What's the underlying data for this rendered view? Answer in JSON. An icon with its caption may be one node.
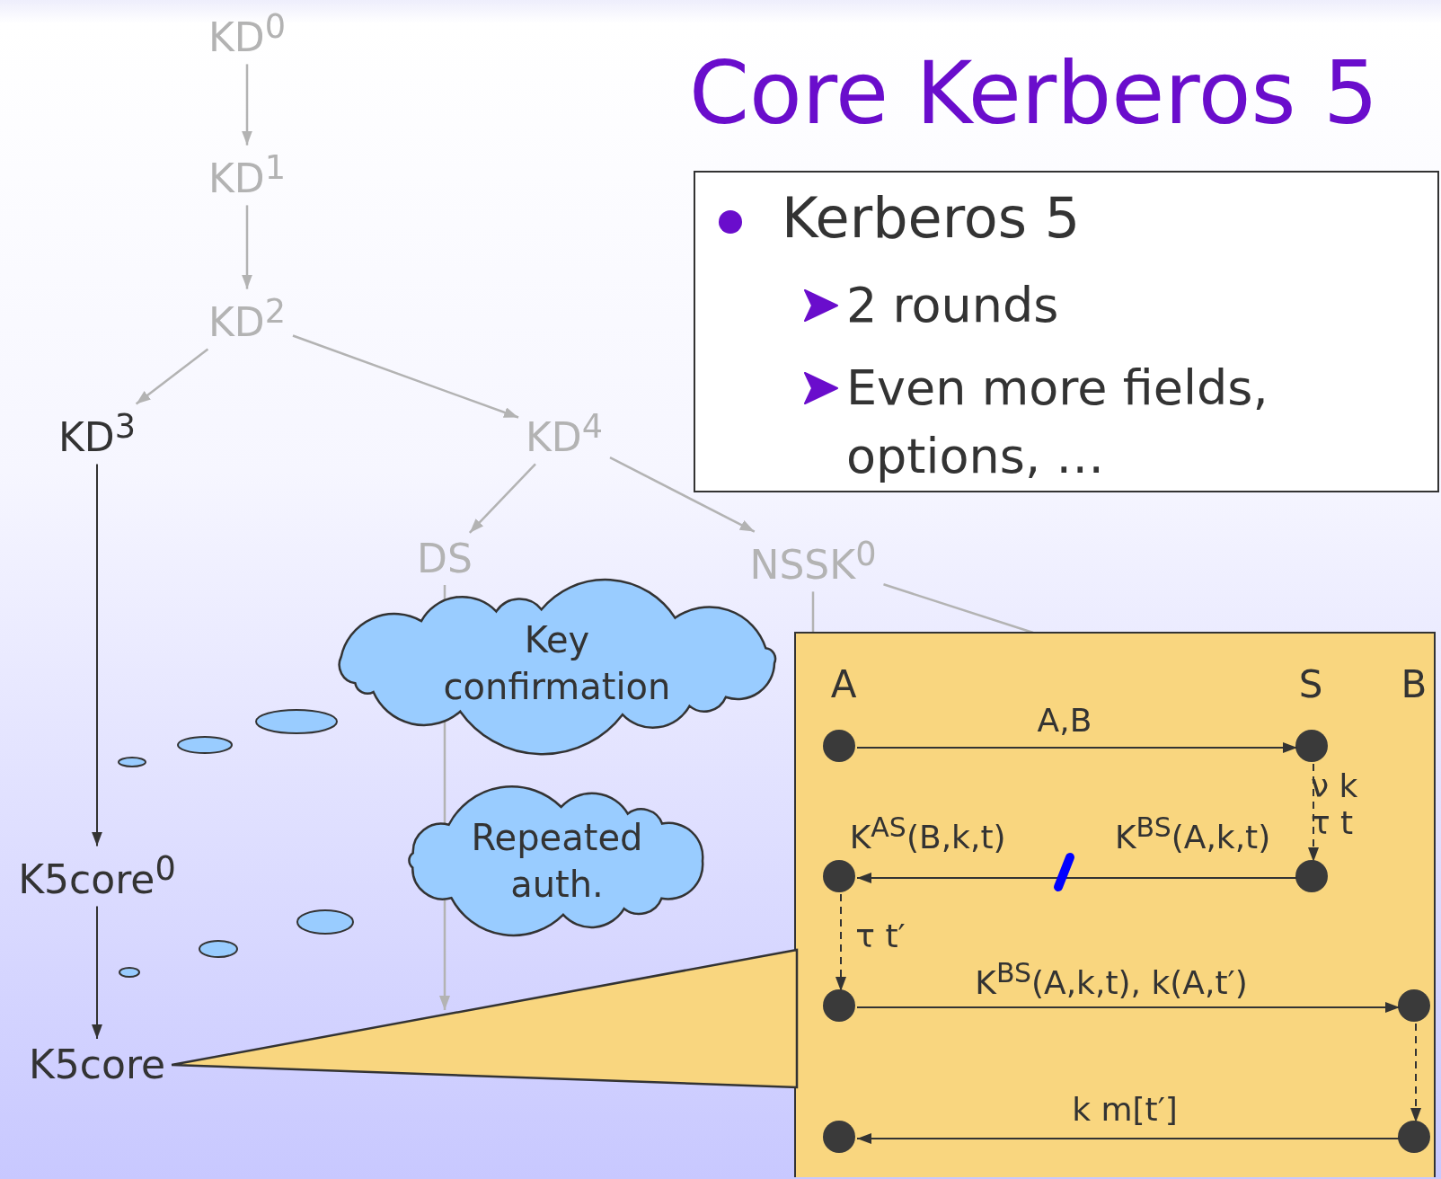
{
  "diagram": {
    "title": "Core Kerberos 5",
    "nodes": [
      {
        "text": [
          "KD$^{0}$"
        ]
      },
      {
        "text": [
          "KD$^{1}$"
        ]
      },
      {
        "text": [
          "KD$^{2}$"
        ]
      },
      {
        "text": [
          "KD$^{3}$"
        ]
      },
      {
        "text": [
          "KD$^{4}$"
        ]
      },
      {
        "text": [
          "DS"
        ]
      },
      {
        "text": [
          "NSSK$^{0}$"
        ]
      },
      {
        "text": [
          "K5core$^{0}$"
        ]
      },
      {
        "text": [
          "K5core"
        ]
      },
      {
        "text": [
          "Key confirmation"
        ]
      },
      {
        "text": [
          "Repeated auth."
        ]
      },
      {
        "text": [
          "Kerberos 5",
          "2 rounds",
          "Even more fields, options, …"
        ]
      },
      {
        "text": [],
        "shape": "box"
      },
      {
        "text": [],
        "shape": "circle",
        "in": 12
      },
      {
        "text": [],
        "shape": "circle",
        "in": 12
      },
      {
        "text": [],
        "shape": "circle",
        "in": 12
      },
      {
        "text": [],
        "shape": "circle",
        "in": 12
      },
      {
        "text": [],
        "shape": "circle",
        "in": 12
      },
      {
        "text": [],
        "shape": "circle",
        "in": 12
      },
      {
        "text": [],
        "shape": "circle",
        "in": 12
      },
      {
        "text": [],
        "shape": "circle",
        "in": 12
      },
      {
        "text": [],
        "shape": "ellipse"
      },
      {
        "text": [],
        "shape": "ellipse"
      },
      {
        "text": [],
        "shape": "ellipse"
      },
      {
        "text": [],
        "shape": "ellipse"
      },
      {
        "text": [],
        "shape": "ellipse"
      },
      {
        "text": [],
        "shape": "ellipse"
      }
    ],
    "edges": [
      {
        "from": 0,
        "to": 1,
        "arrow": "to",
        "color": "#b3b3b3"
      },
      {
        "from": 1,
        "to": 2,
        "arrow": "to",
        "color": "#b3b3b3"
      },
      {
        "from": 2,
        "to": 3,
        "arrow": "to",
        "color": "#b3b3b3"
      },
      {
        "from": 2,
        "to": 4,
        "arrow": "to",
        "color": "#b3b3b3"
      },
      {
        "from": 4,
        "to": 5,
        "arrow": "to",
        "color": "#b3b3b3"
      },
      {
        "from": 4,
        "to": 6,
        "arrow": "to",
        "color": "#b3b3b3"
      },
      {
        "from": 5,
        "to": null,
        "arrow": "to",
        "color": "#b3b3b3"
      },
      {
        "from": 6,
        "to": 12,
        "arrow": "none",
        "color": "#b3b3b3"
      },
      {
        "from": 6,
        "to": 12,
        "arrow": "none",
        "color": "#b3b3b3"
      },
      {
        "from": 3,
        "to": 7,
        "arrow": "to",
        "color": "#333333"
      },
      {
        "from": 7,
        "to": 8,
        "arrow": "to",
        "color": "#333333"
      },
      {
        "from": 12,
        "to": 8,
        "arrow": "none",
        "color": "#333333"
      },
      {
        "from": 13,
        "to": 14,
        "arrow": "to",
        "label": "A,B",
        "color": "#333333"
      },
      {
        "from": 14,
        "to": 16,
        "arrow": "to",
        "style": "dashed",
        "label": "ν k τ t",
        "color": "#333333"
      },
      {
        "from": 16,
        "to": 15,
        "arrow": "to",
        "label": "K$^{AS}$(B,k,t) K$^{BS}$(A,k,t)",
        "color": "#333333"
      },
      {
        "from": 15,
        "to": 17,
        "arrow": "to",
        "style": "dashed",
        "label": "τ t′",
        "color": "#333333"
      },
      {
        "from": 17,
        "to": 18,
        "arrow": "to",
        "label": "K$^{BS}$(A,k,t), k(A,t′)",
        "color": "#333333"
      },
      {
        "from": 18,
        "to": 20,
        "arrow": "to",
        "style": "dashed",
        "color": "#333333"
      },
      {
        "from": 20,
        "to": 19,
        "arrow": "to",
        "label": "k m[t′]",
        "color": "#333333"
      }
    ],
    "labels": [
      "A",
      "S",
      "B"
    ]
  }
}
